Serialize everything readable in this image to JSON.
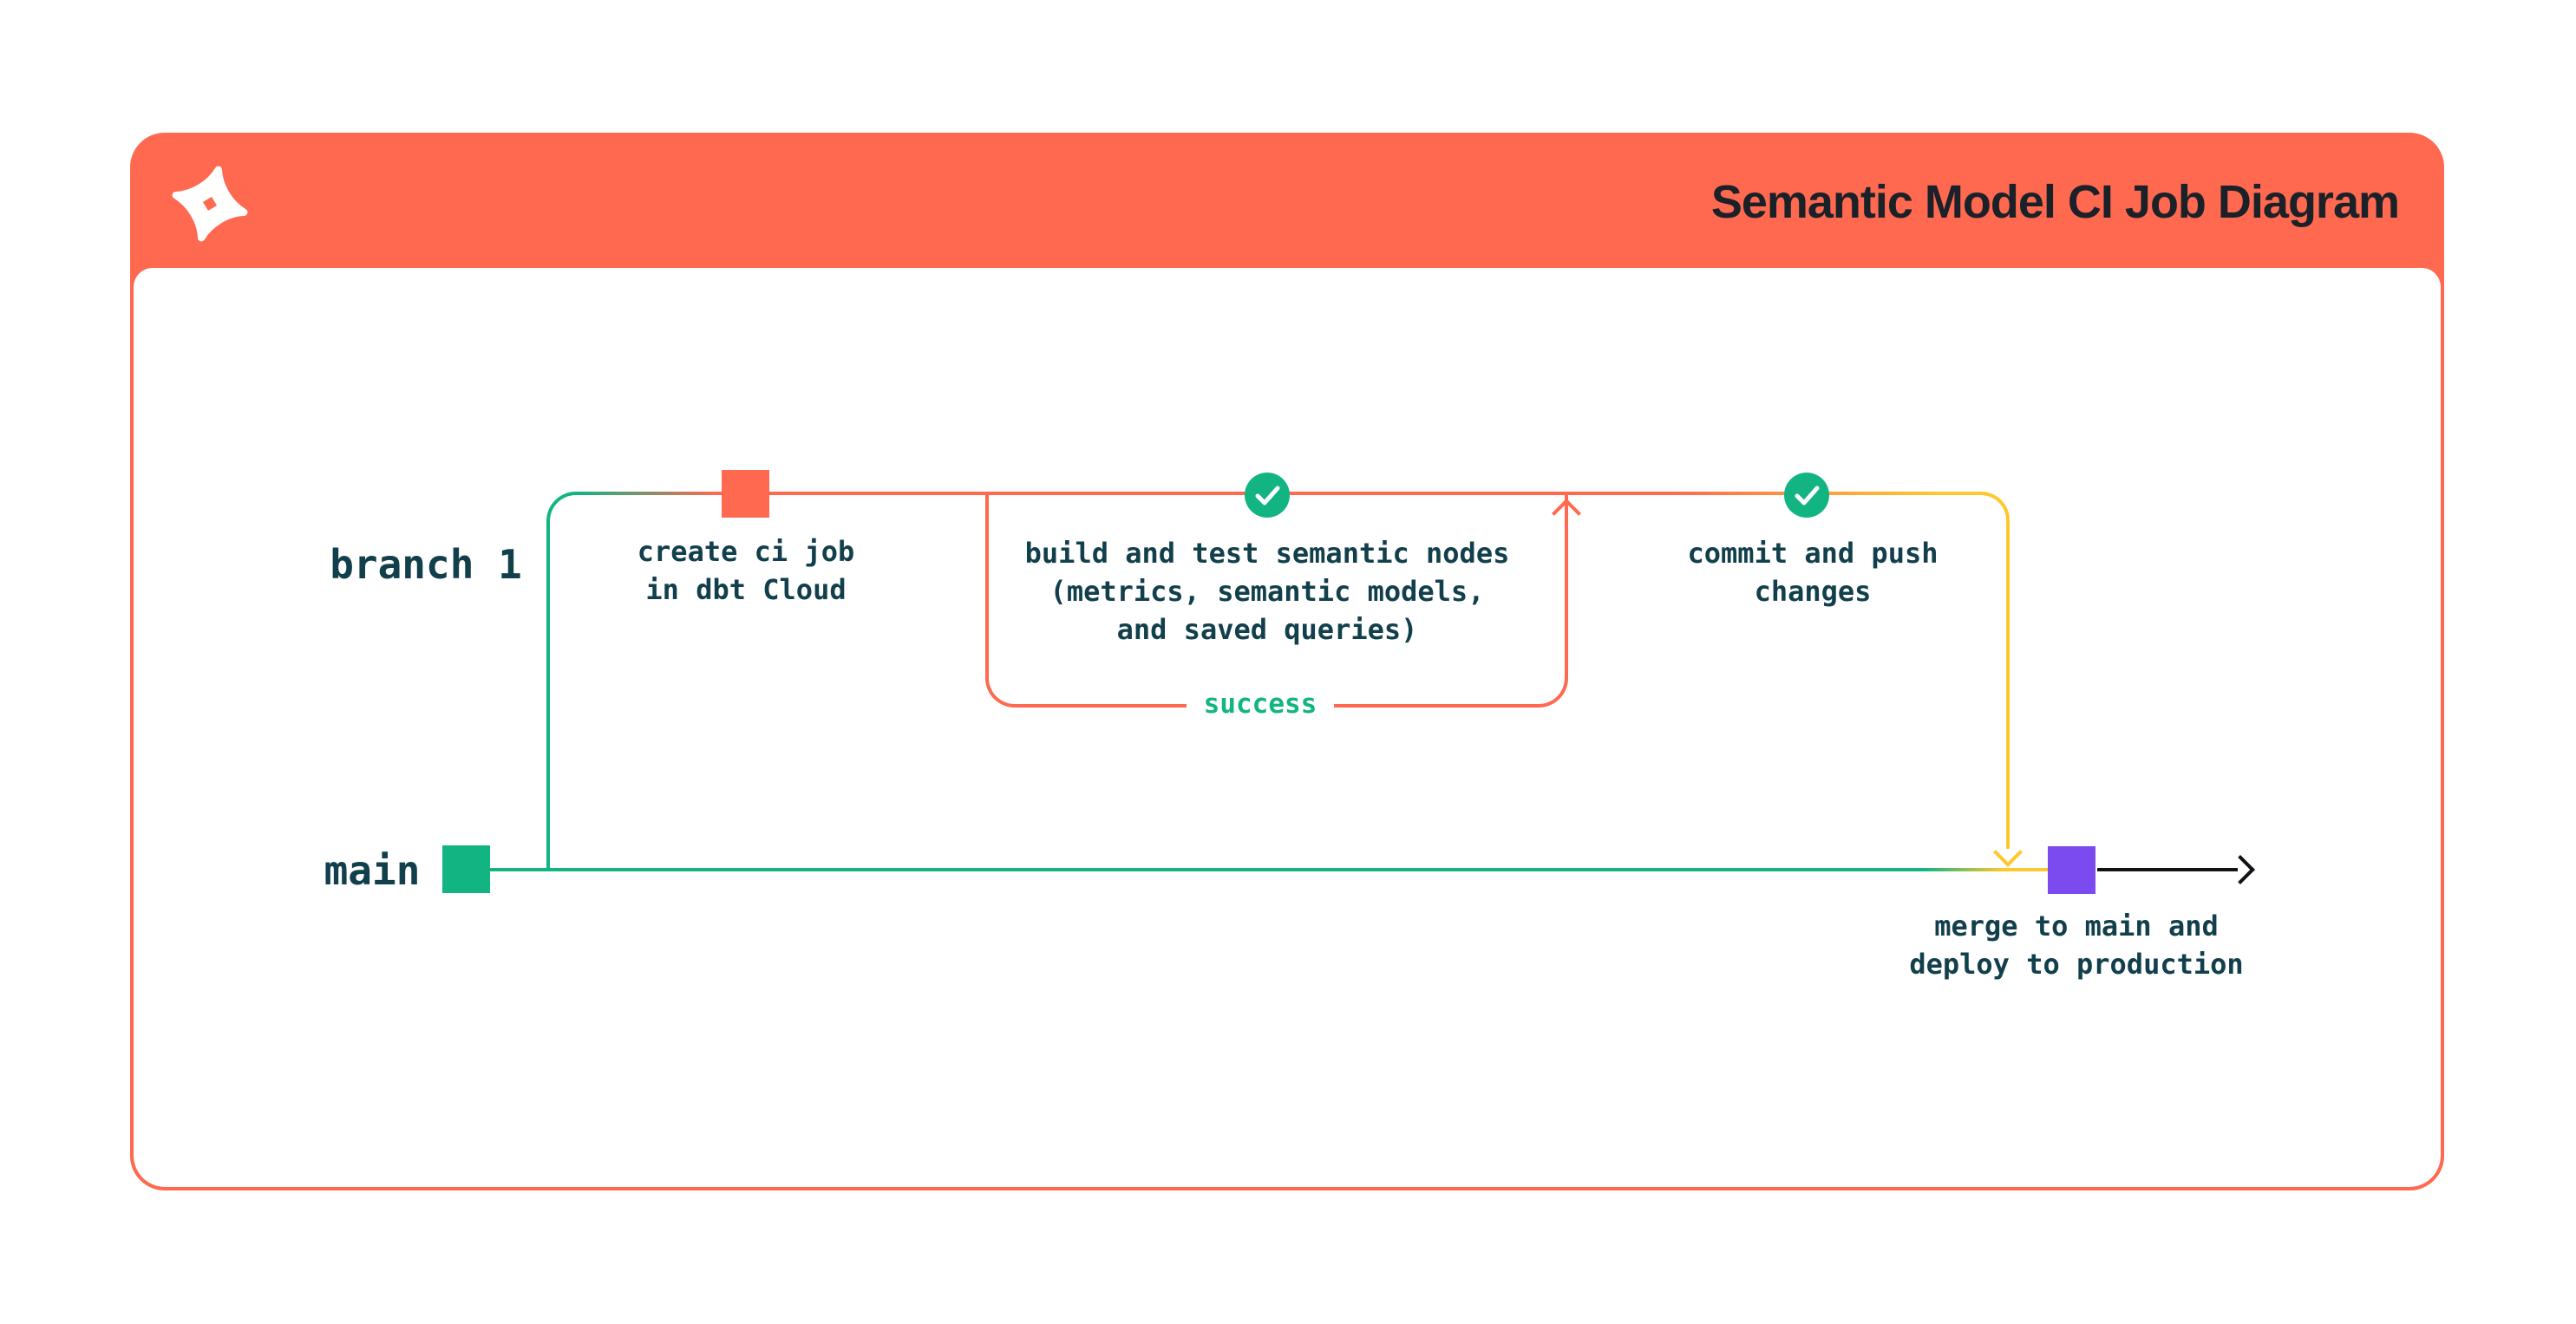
{
  "header": {
    "title": "Semantic Model CI Job Diagram",
    "logo": "dbt-logo"
  },
  "diagram": {
    "branch_label": "branch 1",
    "main_label": "main",
    "loop_label": "success",
    "nodes": {
      "create_ci": {
        "lines": [
          "create ci job",
          "in dbt Cloud"
        ]
      },
      "build_test": {
        "lines": [
          "build and test semantic nodes",
          "(metrics, semantic models,",
          "and saved queries)"
        ]
      },
      "commit_push": {
        "lines": [
          "commit and push",
          "changes"
        ]
      },
      "merge": {
        "lines": [
          "merge to main and",
          "deploy to production"
        ]
      }
    }
  },
  "colors": {
    "orange": "#FF694F",
    "green": "#12B581",
    "yellow": "#FFC72E",
    "purple": "#7C4BF0",
    "ink": "#123F4C",
    "title_ink": "#1B2128",
    "page_bg": "#FFFFFF",
    "card_bg": "#FFFFFF"
  }
}
